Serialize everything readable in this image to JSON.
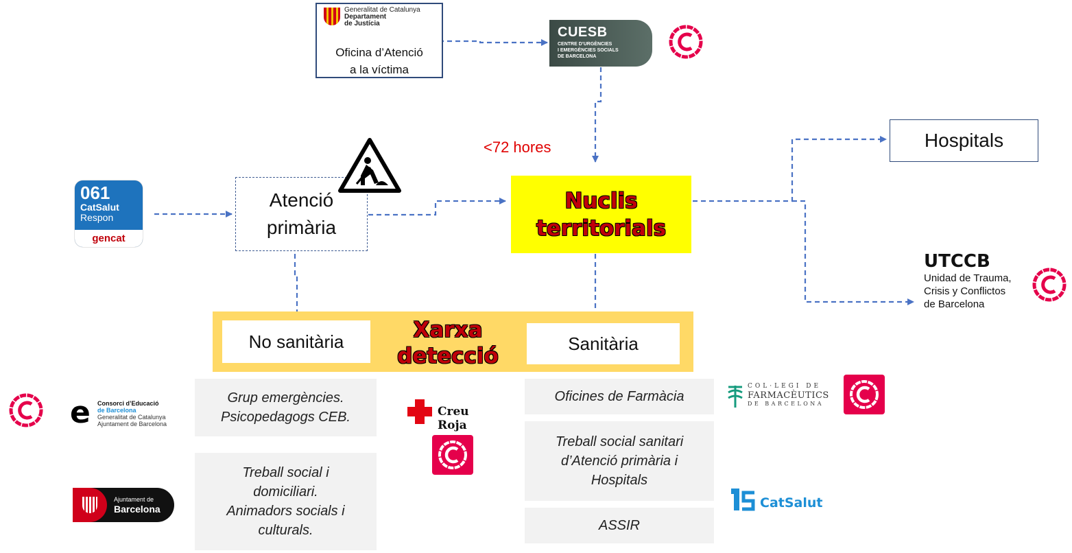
{
  "top_logo": {
    "line1": "Generalitat de Catalunya",
    "line2": "Departament",
    "line3": "de Justícia",
    "label_line1": "Oficina d’Atenció",
    "label_line2": "a la víctima"
  },
  "cuesb": {
    "title": "CUESB",
    "sub1": "CENTRE D’URGÈNCIES",
    "sub2": "I EMERGÈNCIES SOCIALS",
    "sub3": "DE BARCELONA"
  },
  "hours_label": "<72 hores",
  "hospitals_label": "Hospitals",
  "nuclis": {
    "line1": "Nuclis",
    "line2": "territorials"
  },
  "atencio": {
    "line1": "Atenció",
    "line2": "primària"
  },
  "app061": {
    "num": "061",
    "line1": "CatSalut",
    "line2": "Respon",
    "line3": "gencat"
  },
  "utccb": {
    "title": "UTCCB",
    "line1": "Unidad de Trauma,",
    "line2": "Crisis y Conflictos",
    "line3": "de Barcelona"
  },
  "xarxa": {
    "title_line1": "Xarxa",
    "title_line2": "detecció",
    "left": "No sanitària",
    "right": "Sanitària"
  },
  "left_boxes": {
    "box1_line1": "Grup emergències.",
    "box1_line2": "Psicopedagogs CEB.",
    "box2_line1": "Treball social i",
    "box2_line2": "domiciliari.",
    "box2_line3": "Animadors socials i",
    "box2_line4": "culturals."
  },
  "right_boxes": {
    "box1": "Oficines de Farmàcia",
    "box2_line1": "Treball social sanitari",
    "box2_line2": "d’Atenció primària i",
    "box2_line3": "Hospitals",
    "box3": "ASSIR"
  },
  "consorci": {
    "line1": "Consorci d’Educació",
    "line2": "de Barcelona",
    "line3": "Generalitat de Catalunya",
    "line4": "Ajuntament de Barcelona"
  },
  "ajuntament": {
    "line1": "Ajuntament de",
    "line2": "Barcelona"
  },
  "creu_roja": "Creu Roja",
  "farmaceutics": {
    "line1": "COL·LEGI DE",
    "line2": "FARMACÈUTICS",
    "line3": "DE BARCELONA"
  },
  "catsalut": "CatSalut",
  "colors": {
    "edge": "#4a72c4",
    "nuclis_bg": "#ffff00",
    "xarxa_bg": "#ffd966",
    "hours": "#e00000",
    "c_logo": "#e5004b"
  }
}
